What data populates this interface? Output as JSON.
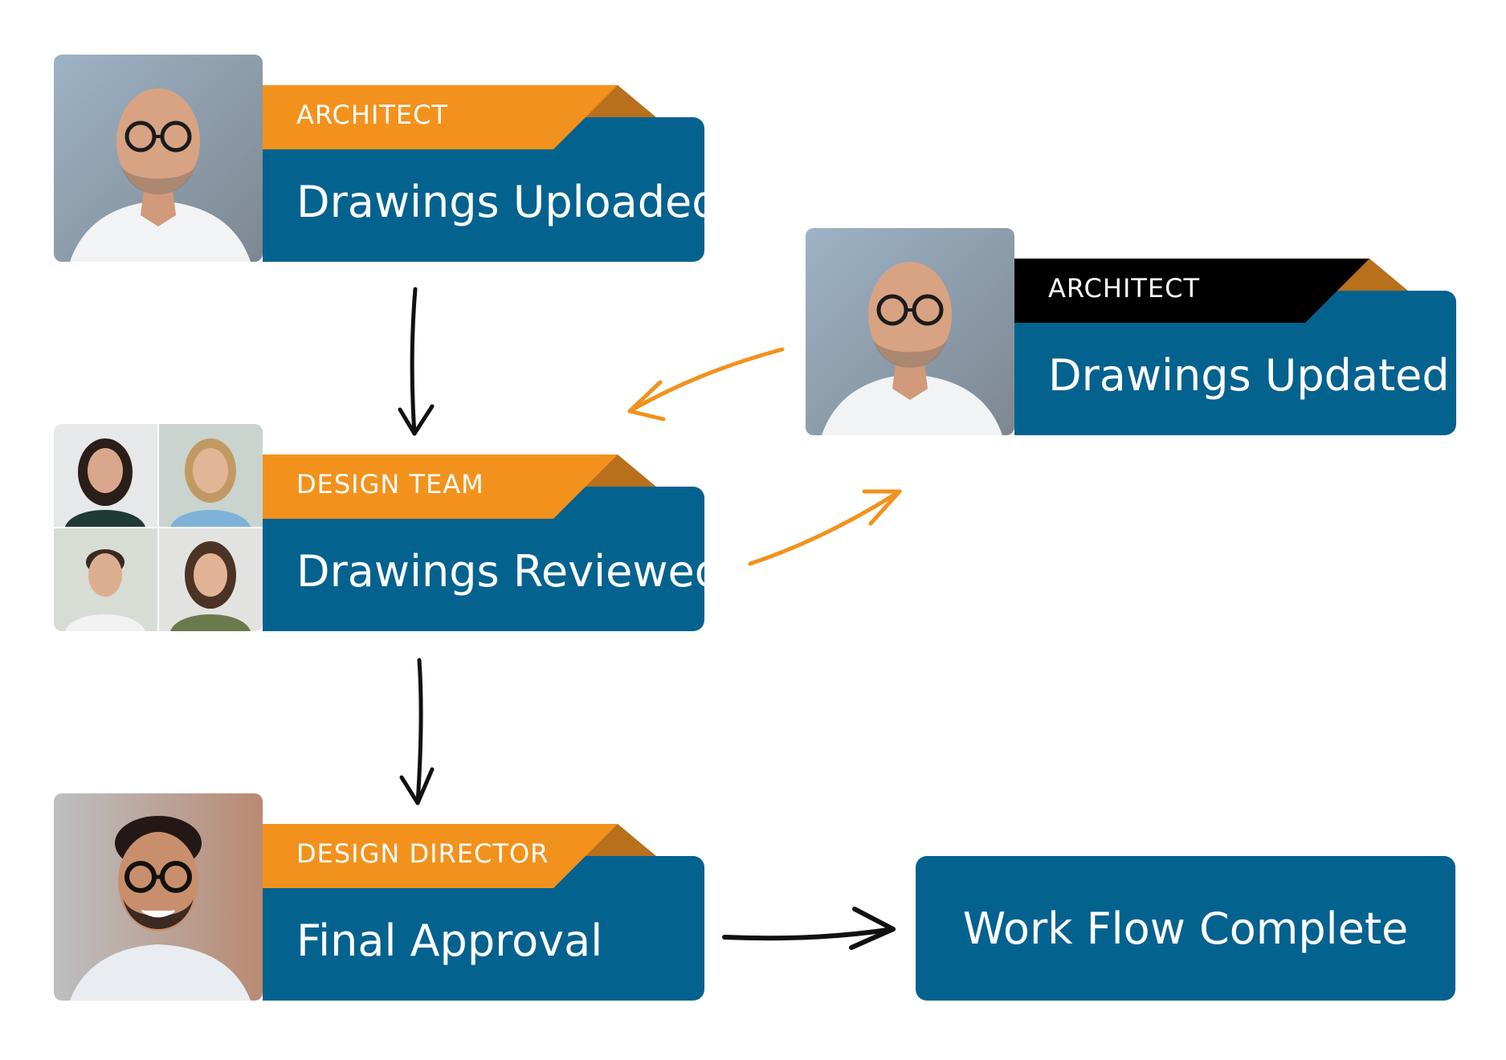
{
  "diagram": {
    "colors": {
      "panel": "#04628f",
      "tab_orange": "#f2921d",
      "tab_fold": "#b8701c",
      "tab_black": "#000000",
      "arrow_black": "#111111",
      "arrow_orange": "#f2921d"
    },
    "nodes": [
      {
        "id": "drawings-uploaded",
        "role": "ARCHITECT",
        "title": "Drawings Uploaded",
        "tab_color": "orange"
      },
      {
        "id": "drawings-updated",
        "role": "ARCHITECT",
        "title": "Drawings Updated",
        "tab_color": "black"
      },
      {
        "id": "drawings-reviewed",
        "role": "DESIGN TEAM",
        "title": "Drawings Reviewed",
        "tab_color": "orange"
      },
      {
        "id": "final-approval",
        "role": "DESIGN DIRECTOR",
        "title": "Final Approval",
        "tab_color": "orange"
      }
    ],
    "final_node": {
      "title": "Work Flow Complete"
    },
    "edges": [
      {
        "from": "drawings-uploaded",
        "to": "drawings-reviewed",
        "color": "black"
      },
      {
        "from": "drawings-reviewed",
        "to": "drawings-updated",
        "color": "orange"
      },
      {
        "from": "drawings-updated",
        "to": "drawings-reviewed",
        "color": "orange"
      },
      {
        "from": "drawings-reviewed",
        "to": "final-approval",
        "color": "black"
      },
      {
        "from": "final-approval",
        "to": "work-flow-complete",
        "color": "black"
      }
    ]
  }
}
